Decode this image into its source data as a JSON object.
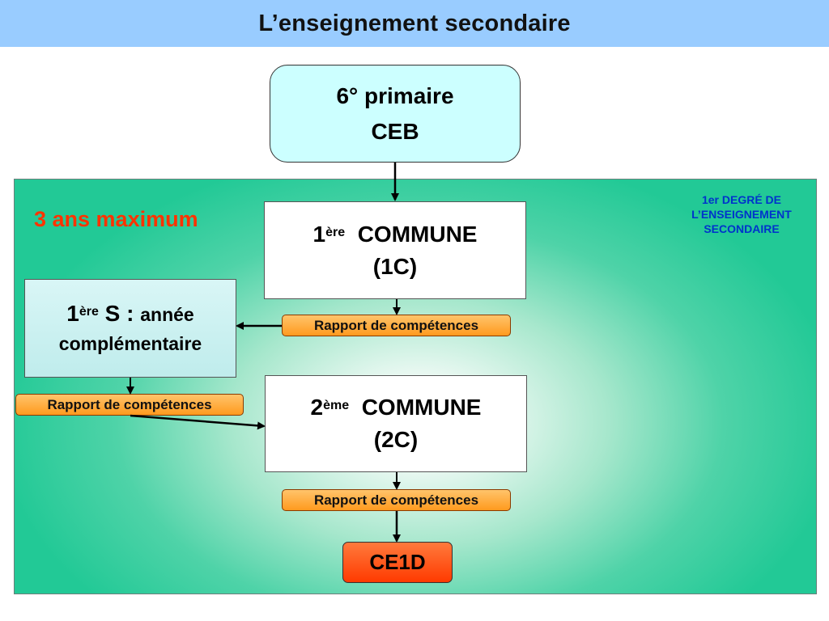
{
  "title": "L’enseignement secondaire",
  "panel_label_left": "3 ans maximum",
  "panel_label_right": [
    "1er DEGRÉ DE",
    "L’ENSEIGNEMENT",
    "SECONDAIRE"
  ],
  "top_box": {
    "line1": "6° primaire",
    "line2": "CEB"
  },
  "box_1c": {
    "ordinal": "1",
    "suffix": "ère",
    "word": "COMMUNE",
    "code": "(1C)"
  },
  "box_2c": {
    "ordinal": "2",
    "suffix": "ème",
    "word": "COMMUNE",
    "code": "(2C)"
  },
  "box_1s": {
    "ordinal": "1",
    "suffix": "ère",
    "letter": "S :",
    "word1": "année",
    "word2": "complémentaire"
  },
  "reports": [
    "Rapport de compétences",
    "Rapport de compétences",
    "Rapport de compétences"
  ],
  "final_box": "CE1D",
  "colors": {
    "title_bar": "#99ccff",
    "panel_green": "#22c996",
    "top_box": "#ccffff",
    "report_orange": "#ff9a1e",
    "final_red": "#ff3a00",
    "label_red": "#ff3300",
    "label_blue": "#0033cc"
  }
}
